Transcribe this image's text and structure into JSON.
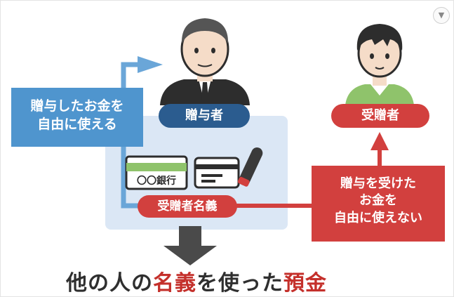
{
  "donor_label": "贈与者",
  "recipient_label": "受贈者",
  "account_label": "受贈者名義",
  "donor_note": [
    "贈与したお金を",
    "自由に使える"
  ],
  "recipient_note": [
    "贈与を受けた",
    "お金を",
    "自由に使えない"
  ],
  "bankbook_text": "〇〇銀行",
  "caption": {
    "part1": "他の人の",
    "part2": "名義",
    "part3": "を使った",
    "part4": "預金"
  },
  "colors": {
    "blue_box": "#4f95ce",
    "navy_pill": "#2b5c8f",
    "red": "#d2403e",
    "panel": "#dbe7f5",
    "arrow_dark": "#4a4a4a"
  }
}
